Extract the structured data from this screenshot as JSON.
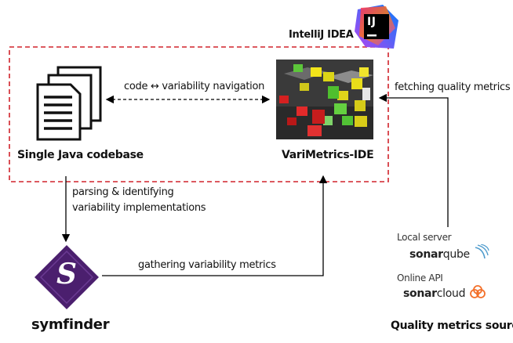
{
  "ide": {
    "name": "IntelliJ IDEA",
    "logo_text": "IJ"
  },
  "nodes": {
    "codebase": "Single Java codebase",
    "varimetrics": "VariMetrics-IDE",
    "symfinder": "symfinder",
    "symfinder_logo_letter": "S",
    "quality_source": "Quality metrics source"
  },
  "edges": {
    "navigation": "code ↔ variability navigation",
    "fetching": "fetching quality metrics",
    "parsing_line1": "parsing & identifying",
    "parsing_line2": "variability implementations",
    "gathering": "gathering variability metrics"
  },
  "sources": {
    "local_label": "Local server",
    "sonarqube_bold": "sonar",
    "sonarqube_rest": "qube",
    "online_label": "Online API",
    "sonarcloud_bold": "sonar",
    "sonarcloud_rest": "cloud"
  },
  "colors": {
    "dashed_border": "#d0232b",
    "symfinder_purple": "#4b1f6e",
    "sonarqube_blue": "#4e9bcd",
    "sonarcloud_orange": "#f3702a"
  }
}
